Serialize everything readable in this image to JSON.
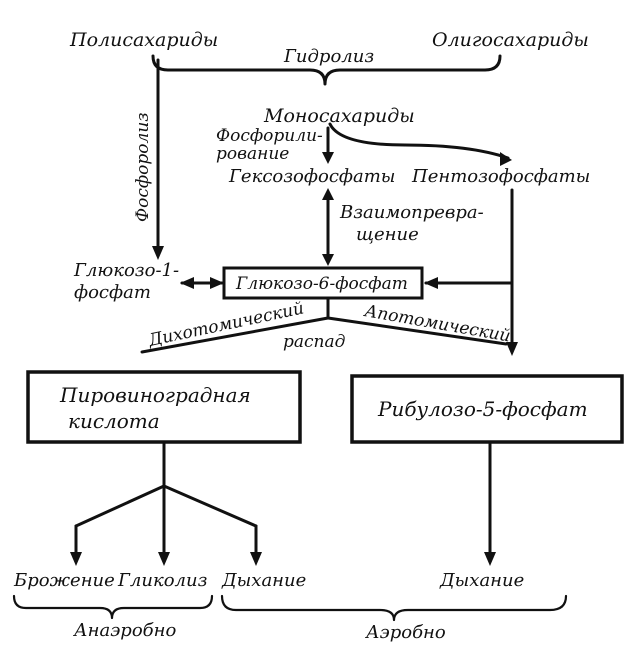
{
  "labels": {
    "polysaccharides": "Полисахариды",
    "oligosaccharides": "Олигосахариды",
    "hydrolysis": "Гидролиз",
    "monosaccharides": "Моносахариды",
    "phosphorylation_1": "Фосфорили-",
    "phosphorylation_2": "рование",
    "hexose_phosphates": "Гексозофосфаты",
    "pentose_phosphates": "Пентозофосфаты",
    "phosphorolysis": "Фосфоролиз",
    "interconversion_1": "Взаимопревра-",
    "interconversion_2": "щение",
    "glucose1p_1": "Глюкозо-1-",
    "glucose1p_2": "фосфат",
    "glucose6p": "Глюкозо-6-фосфат",
    "dichotomous": "Дихотомический",
    "apotomous": "Апотомический",
    "breakdown": "распад",
    "pyruvic_1": "Пировиноградная",
    "pyruvic_2": "кислота",
    "ribulose": "Рибулозо-5-фосфат",
    "fermentation": "Брожение",
    "glycolysis": "Гликолиз",
    "respiration_left": "Дыхание",
    "respiration_right": "Дыхание",
    "anaerobic": "Анаэробно",
    "aerobic": "Аэробно"
  }
}
